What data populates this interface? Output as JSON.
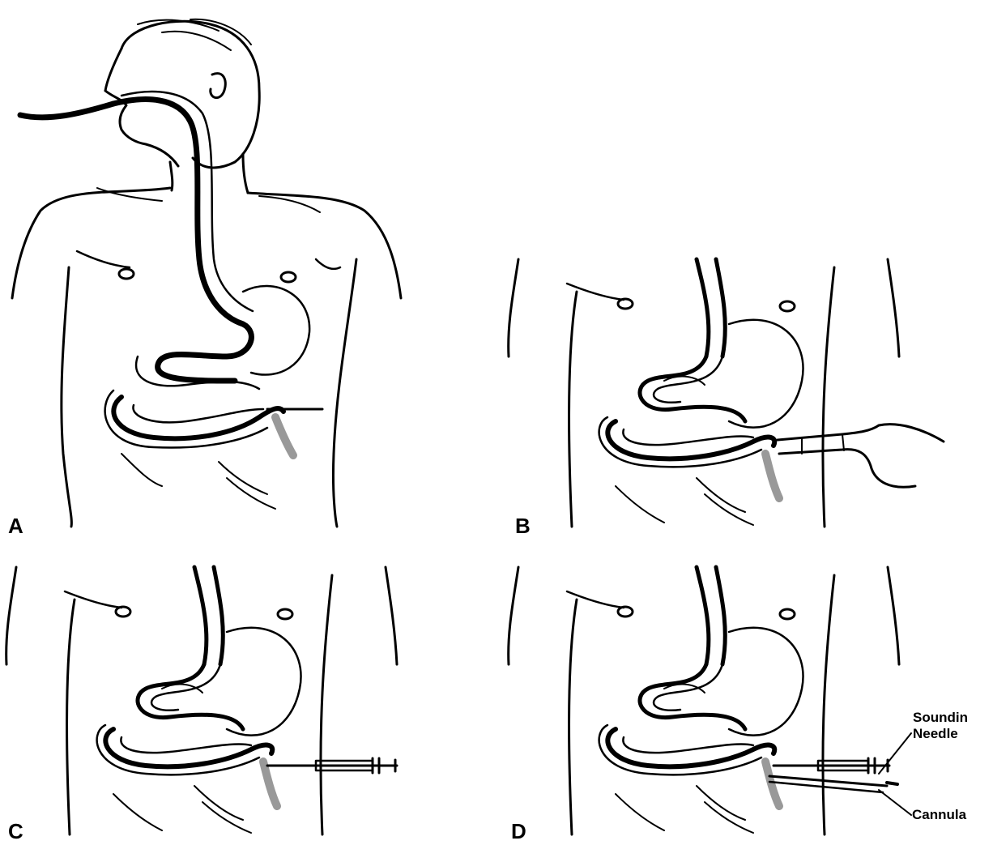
{
  "panels": [
    {
      "id": "A",
      "label": "A"
    },
    {
      "id": "B",
      "label": "B"
    },
    {
      "id": "C",
      "label": "C"
    },
    {
      "id": "D",
      "label": "D"
    }
  ],
  "callouts": {
    "sounding_needle": [
      "Soundin",
      "Needle"
    ],
    "cannula": "Cannula"
  },
  "colors": {
    "line": "#000000",
    "background": "#ffffff",
    "shade": "#555555"
  }
}
